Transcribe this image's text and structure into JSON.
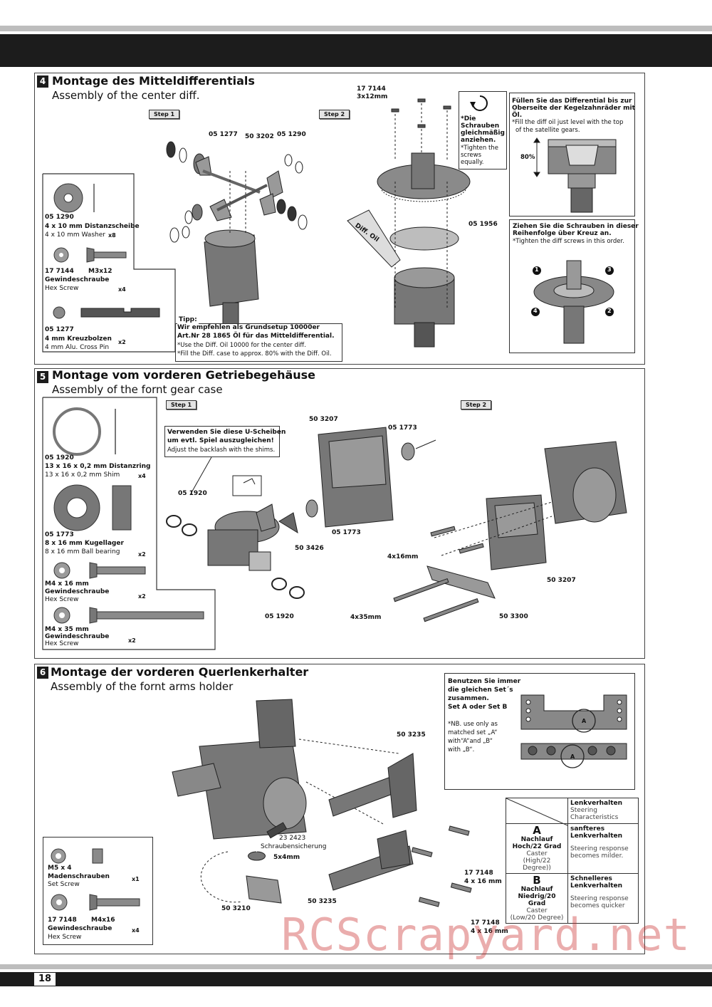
{
  "page_number": "18",
  "watermark": "RCScrapyard.net",
  "step_labels": {
    "step1": "Step 1",
    "step2": "Step 2"
  },
  "sections": [
    {
      "number": "4",
      "title_de": "Montage des Mitteldifferentials",
      "title_en": "Assembly of the center diff.",
      "parts": [
        {
          "code": "05 1290",
          "name_de": "4 x 10 mm Distanzscheibe",
          "name_en": "4 x 10 mm Washer",
          "qty": "x8"
        },
        {
          "code": "17 7144",
          "size": "M3x12",
          "name_de": "Gewindeschraube",
          "name_en": "Hex Screw",
          "qty": "x4"
        },
        {
          "code": "05 1277",
          "name_de": "4 mm Kreuzbolzen",
          "name_en": "4 mm Alu. Cross Pin",
          "qty": "x2"
        }
      ],
      "callouts": {
        "c1": "05 1277",
        "c2": "50 3202",
        "c3": "05 1290",
        "c4_code": "17 7144",
        "c4_size": "3x12mm",
        "c5": "05 1956",
        "bottle": "Diff. Oil"
      },
      "tip": {
        "heading": "Tipp:",
        "de1": "Wir empfehlen als Grundsetup 10000er",
        "de2": "Art.Nr 28 1865 Öl für das Mitteldifferential.",
        "en1": "*Use the Diff. Oil 10000  for the center diff.",
        "en2": "*Fill the Diff. case to approx. 80% with the Diff. Oil."
      },
      "screw_note": {
        "de1": "*Die",
        "de2": "Schrauben",
        "de3": "gleichmäßig",
        "de4": "anziehen.",
        "en1": "*Tighten the",
        "en2": "screws",
        "en3": "equally."
      },
      "fill_note": {
        "de1": "Füllen Sie das Differential bis zur",
        "de2": "Oberseite der Kegelzahnräder mit",
        "de3": "Öl.",
        "en1": "*Fill the diff oil just level with the top",
        "en2": "of the satellite gears.",
        "percent": "80%"
      },
      "order_note": {
        "de1": "Ziehen Sie die Schrauben in dieser",
        "de2": "Reihenfolge über Kreuz an.",
        "en1": "*Tighten the diff screws in this order.",
        "n1": "1",
        "n2": "2",
        "n3": "3",
        "n4": "4"
      }
    },
    {
      "number": "5",
      "title_de": "Montage vom vorderen Getriebegehäuse",
      "title_en": "Assembly of the fornt gear case",
      "parts": [
        {
          "code": "05 1920",
          "name_de": "13 x 16 x 0,2 mm Distanzring",
          "name_en": "13 x 16 x 0,2 mm Shim",
          "qty": "x4"
        },
        {
          "code": "05 1773",
          "name_de": "8 x 16 mm Kugellager",
          "name_en": "8 x 16 mm Ball bearing",
          "qty": "x2"
        },
        {
          "size": "M4 x 16 mm",
          "name_de": "Gewindeschraube",
          "name_en": "Hex Screw",
          "qty": "x2"
        },
        {
          "size": "M4 x 35 mm",
          "name_de": "Gewindeschraube",
          "name_en": "Hex Screw",
          "qty": "x2"
        }
      ],
      "shim_note": {
        "de1": "Verwenden Sie diese U-Scheiben",
        "de2": "um evtl. Spiel auszugleichen!",
        "en1": "Adjust the backlash with the shims."
      },
      "callouts": {
        "a": "05 1920",
        "b": "50 3207",
        "c": "05 1773",
        "d": "05 1773",
        "e": "50 3426",
        "f": "05 1920",
        "g": "4x16mm",
        "h": "50 3207",
        "i": "4x35mm",
        "j": "50 3300"
      }
    },
    {
      "number": "6",
      "title_de": "Montage der vorderen Querlenkerhalter",
      "title_en": "Assembly of the fornt arms holder",
      "parts": [
        {
          "size": "M5 x 4",
          "name_de": "Madenschrauben",
          "name_en": "Set Screw",
          "qty": "x1"
        },
        {
          "code": "17 7148",
          "size": "M4x16",
          "name_de": "Gewindeschraube",
          "name_en": "Hex Screw",
          "qty": "x4"
        }
      ],
      "set_note": {
        "de1": "Benutzen Sie immer",
        "de2": "die gleichen Set´s",
        "de3": "zusammen.",
        "de4": "Set A oder Set B",
        "en1": "*NB. use only as",
        "en2": "matched set „A“",
        "en3": "with“A“and „B“",
        "en4": "with „B“.",
        "tagA1": "A",
        "tagA2": "A"
      },
      "callouts": {
        "a": "50 3235",
        "b": "23 2423",
        "b2": "Schraubensicherung",
        "c": "5x4mm",
        "d": "50 3210",
        "e": "50 3235",
        "f_code": "17 7148",
        "f_size": "4 x 16 mm",
        "g_code": "17 7148",
        "g_size": "4 x 16 mm"
      },
      "steering_table": {
        "header_de": "Lenkverhalten",
        "header_en1": "Steering",
        "header_en2": "Characteristics",
        "rows": [
          {
            "letter": "A",
            "de1": "Nachlauf",
            "de2": "Hoch/22 Grad",
            "en1": "Caster",
            "en2": "(High/22 Degree))",
            "resp_de1": "sanfteres",
            "resp_de2": "Lenkverhalten",
            "resp_en1": "Steering response",
            "resp_en2": "becomes milder."
          },
          {
            "letter": "B",
            "de1": "Nachlauf",
            "de2": "Niedrig/20 Grad",
            "en1": "Caster",
            "en2": "(Low/20 Degree)",
            "resp_de1": "Schnelleres",
            "resp_de2": "Lenkverhalten",
            "resp_en1": "Steering response",
            "resp_en2": "becomes quicker"
          }
        ]
      }
    }
  ]
}
